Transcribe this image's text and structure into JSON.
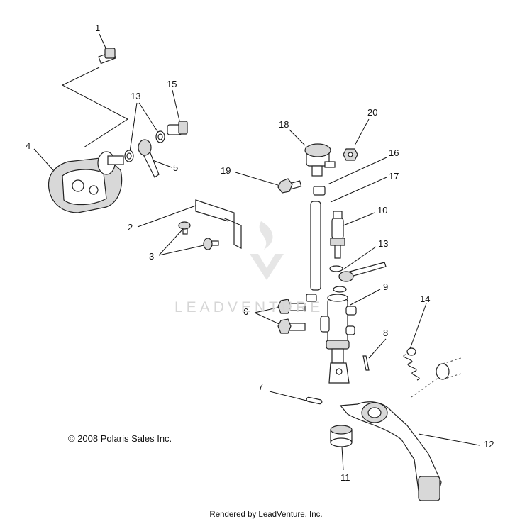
{
  "callouts": [
    {
      "id": "1",
      "label": "1"
    },
    {
      "id": "13a",
      "label": "13"
    },
    {
      "id": "15",
      "label": "15"
    },
    {
      "id": "4",
      "label": "4"
    },
    {
      "id": "5",
      "label": "5"
    },
    {
      "id": "2",
      "label": "2"
    },
    {
      "id": "3",
      "label": "3"
    },
    {
      "id": "18",
      "label": "18"
    },
    {
      "id": "20",
      "label": "20"
    },
    {
      "id": "16",
      "label": "16"
    },
    {
      "id": "19",
      "label": "19"
    },
    {
      "id": "17",
      "label": "17"
    },
    {
      "id": "10",
      "label": "10"
    },
    {
      "id": "13b",
      "label": "13"
    },
    {
      "id": "9",
      "label": "9"
    },
    {
      "id": "6",
      "label": "6"
    },
    {
      "id": "14",
      "label": "14"
    },
    {
      "id": "8",
      "label": "8"
    },
    {
      "id": "7",
      "label": "7"
    },
    {
      "id": "12",
      "label": "12"
    },
    {
      "id": "11",
      "label": "11"
    }
  ],
  "copyright": "© 2008 Polaris Sales Inc.",
  "footer": "Rendered by LeadVenture, Inc.",
  "watermark": {
    "text": "LEADVENTURE"
  }
}
